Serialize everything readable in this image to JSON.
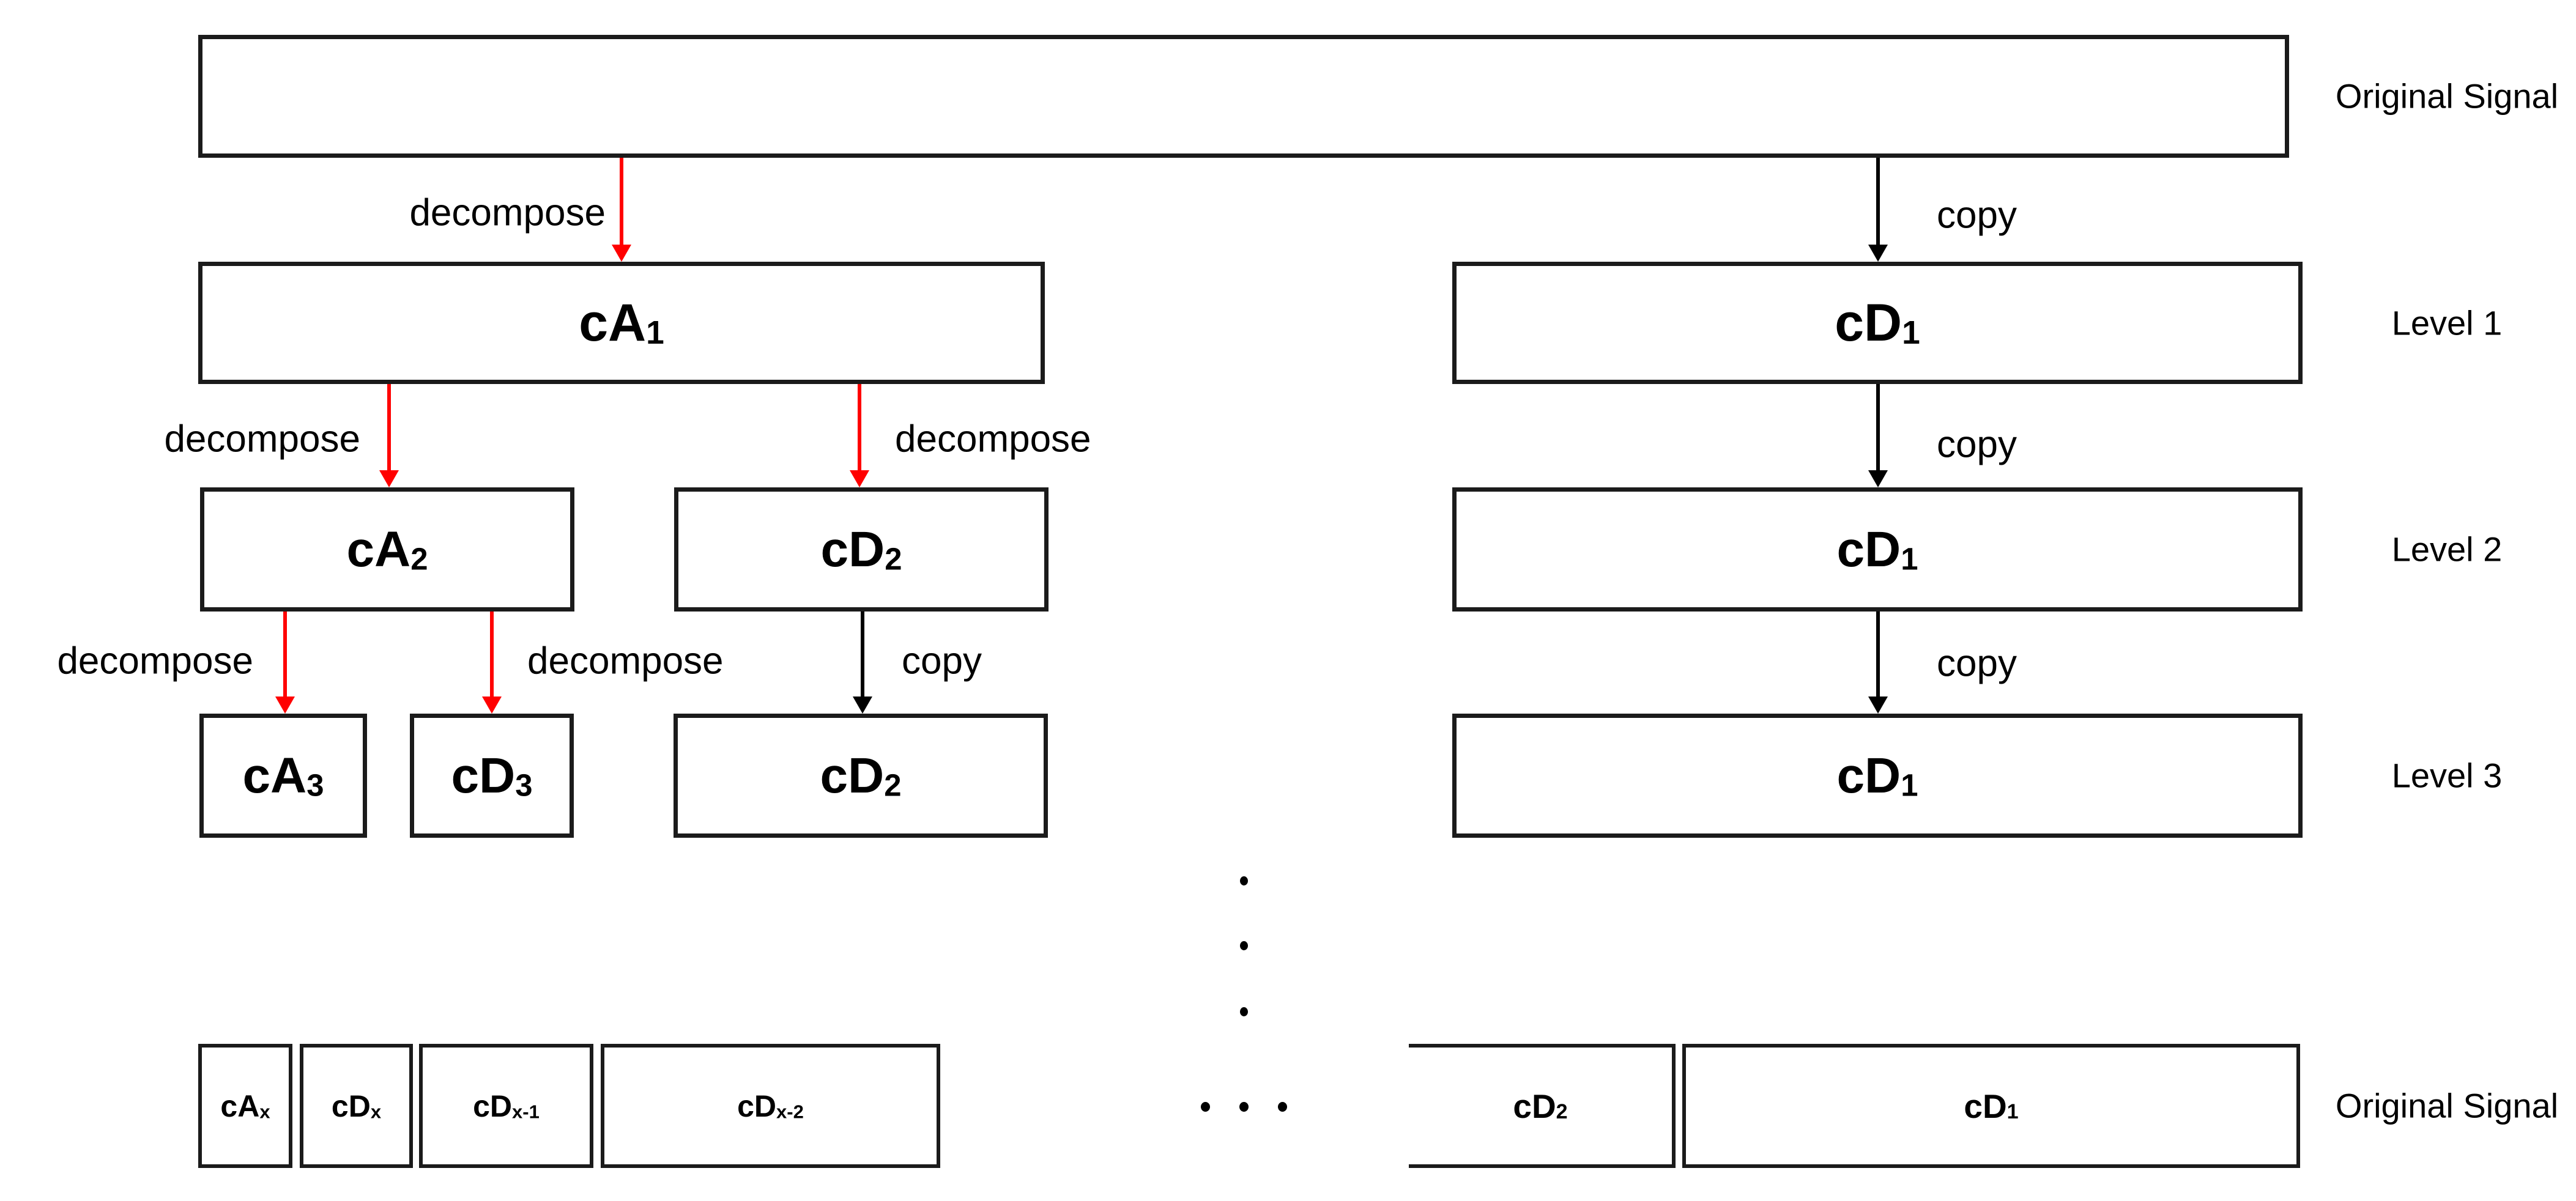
{
  "colors": {
    "decompose_arrow": "#ff0000",
    "copy_arrow": "#000000",
    "box_border": "#1b1b1b",
    "text": "#000000"
  },
  "side_labels": {
    "top": "Original Signal",
    "level1": "Level 1",
    "level2": "Level 2",
    "level3": "Level 3",
    "bottom": "Original Signal"
  },
  "annotations": {
    "gap1_decompose": "decompose",
    "gap1_copy": "copy",
    "gap2_decompose_left": "decompose",
    "gap2_decompose_right": "decompose",
    "gap2_copy": "copy",
    "gap3_decompose_left": "decompose",
    "gap3_decompose_right": "decompose",
    "gap3_copy_left": "copy",
    "gap3_copy_right": "copy"
  },
  "boxes": {
    "cA1": {
      "base": "cA",
      "sub": "1"
    },
    "cD1_l1": {
      "base": "cD",
      "sub": "1"
    },
    "cA2": {
      "base": "cA",
      "sub": "2"
    },
    "cD2_l2": {
      "base": "cD",
      "sub": "2"
    },
    "cD1_l2": {
      "base": "cD",
      "sub": "1"
    },
    "cA3": {
      "base": "cA",
      "sub": "3"
    },
    "cD3": {
      "base": "cD",
      "sub": "3"
    },
    "cD2_l3": {
      "base": "cD",
      "sub": "2"
    },
    "cD1_l3": {
      "base": "cD",
      "sub": "1"
    },
    "cAx": {
      "base": "cA",
      "sub": "x"
    },
    "cDx": {
      "base": "cD",
      "sub": "x"
    },
    "cDx_1": {
      "base": "cD",
      "sub": "x-1"
    },
    "cDx_2": {
      "base": "cD",
      "sub": "x-2"
    },
    "cD2_bot": {
      "base": "cD",
      "sub": "2"
    },
    "cD1_bot": {
      "base": "cD",
      "sub": "1"
    }
  }
}
